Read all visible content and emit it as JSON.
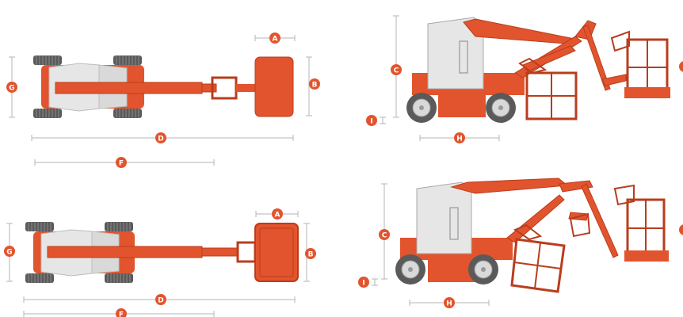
{
  "colors": {
    "accent": "#e2542d",
    "accent_dark": "#b93d1d",
    "dimension_line": "#b5b5b5",
    "cab": "#e6e6e6",
    "tire": "#5a5a5a",
    "hub": "#d9d9d9"
  },
  "dimension_labels": {
    "a": "A",
    "b": "B",
    "c": "C",
    "d": "D",
    "f": "F",
    "g": "G",
    "h": "H",
    "i": "I"
  },
  "diagrams": [
    {
      "view": "top",
      "variant": "upper",
      "labels": [
        "A",
        "B",
        "D",
        "F",
        "G"
      ]
    },
    {
      "view": "side",
      "variant": "upper",
      "labels": [
        "C",
        "H",
        "I"
      ]
    },
    {
      "view": "top",
      "variant": "lower",
      "labels": [
        "A",
        "B",
        "D",
        "F",
        "G"
      ]
    },
    {
      "view": "side",
      "variant": "lower",
      "labels": [
        "C",
        "H",
        "I"
      ]
    }
  ]
}
